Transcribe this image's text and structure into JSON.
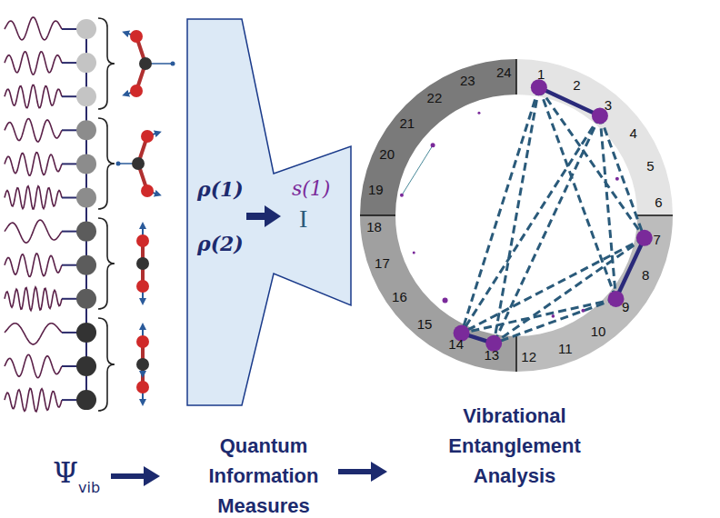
{
  "diagram": {
    "nodes": [
      {
        "text": [
          "ρ(1)",
          "ρ(2)",
          "s(1)",
          "I"
        ]
      }
    ],
    "labels": [
      "Ψ",
      "vib",
      "Quantum Information Measures",
      "Vibrational Entanglement Analysis",
      "1",
      "2",
      "3",
      "4",
      "5",
      "6",
      "7",
      "8",
      "9",
      "10",
      "11",
      "12",
      "13",
      "14",
      "15",
      "16",
      "17",
      "18",
      "19",
      "20",
      "21",
      "22",
      "23",
      "24"
    ]
  }
}
